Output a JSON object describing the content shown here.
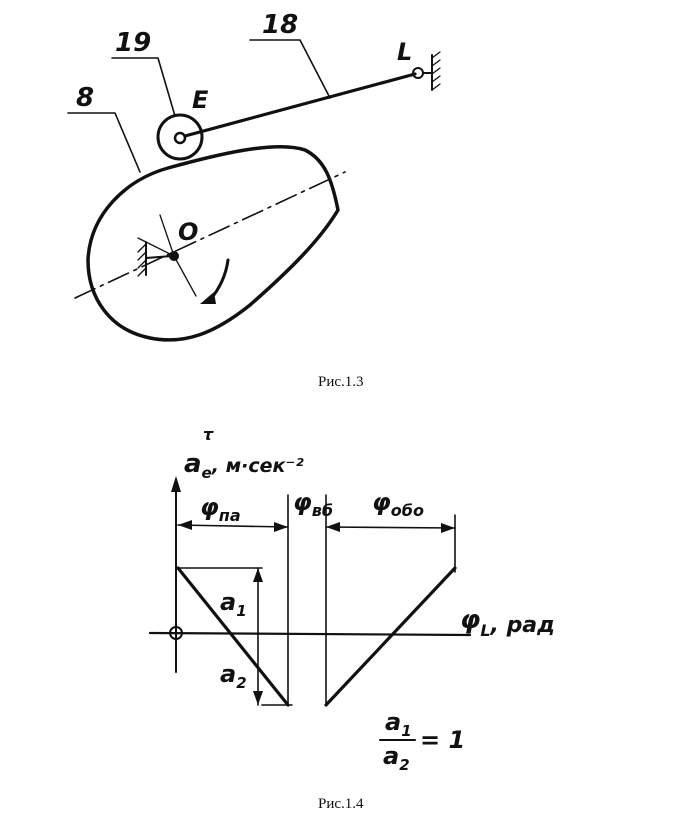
{
  "figure_1": {
    "caption": "Рис.1.3",
    "labels": {
      "gear_number": "19",
      "link_number": "18",
      "cam_number": "8",
      "point_e": "E",
      "point_l": "L",
      "center_o": "O"
    }
  },
  "figure_2": {
    "caption": "Рис.1.4",
    "y_axis_label": "a",
    "y_axis_sup": "τ",
    "y_axis_sub": "e",
    "y_axis_units": ", м·сек⁻²",
    "x_axis_label": "φ",
    "x_axis_sub": "L",
    "x_axis_units": ", рад",
    "phase_labels": [
      "φ",
      "φ",
      "φ"
    ],
    "phase_subs": [
      "па",
      "вб",
      "обо"
    ],
    "amp_labels": [
      "a",
      "a"
    ],
    "amp_subs": [
      "1",
      "2"
    ],
    "ratio_num": "a",
    "ratio_num_sub": "1",
    "ratio_den": "a",
    "ratio_den_sub": "2",
    "ratio_value": "= 1"
  }
}
